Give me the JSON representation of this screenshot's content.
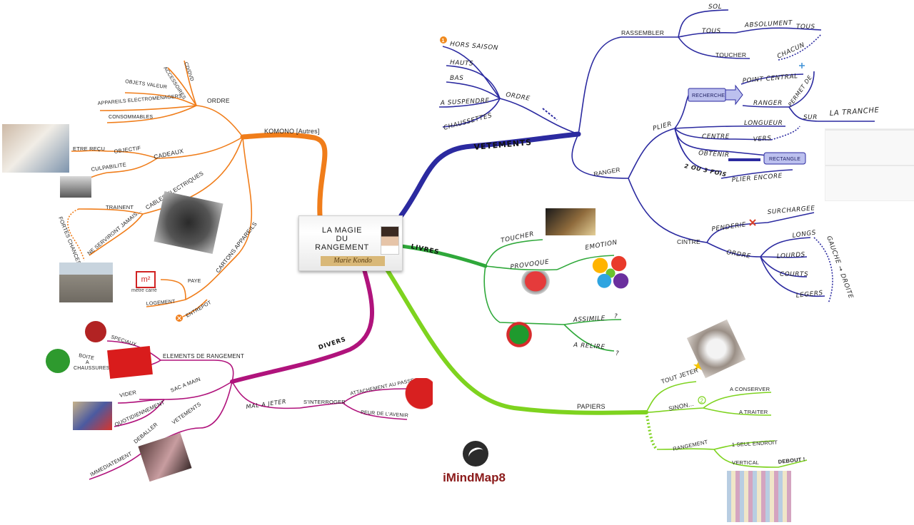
{
  "center": {
    "title_line1": "LA MAGIE",
    "title_line2": "DU",
    "title_line3": "RANGEMENT",
    "author": "Marie Kondo"
  },
  "branches": {
    "vetements": {
      "label": "VETEMENTS",
      "color": "#2b2aa0",
      "ordre": {
        "label": "ORDRE",
        "number": "1",
        "items": [
          "HORS SAISON",
          "HAUTS",
          "BAS",
          "A SUSPENDRE",
          "CHAUSSETTES"
        ]
      },
      "rassembler": {
        "label": "RASSEMBLER",
        "sol": "SOL",
        "tous": "TOUS",
        "absolument": "ABSOLUMENT",
        "tous2": "TOUS",
        "toucher": "TOUCHER",
        "chacun": "CHACUN"
      },
      "ranger": {
        "label": "RANGER",
        "plier": {
          "label": "PLIER",
          "recherche": "RECHERCHE",
          "point_central": "POINT CENTRAL",
          "ranger": "RANGER",
          "permet_de": "PERMET DE",
          "sur": "SUR",
          "la_tranche": "LA TRANCHE",
          "longueur": "LONGUEUR",
          "centre": "CENTRE",
          "vers": "VERS",
          "obtenir": "OBTENIR",
          "rectangle": "RECTANGLE",
          "fois": "2 OU 3 FOIS",
          "plier_encore": "PLIER ENCORE"
        },
        "cintre": {
          "label": "CINTRE",
          "penderie": "PENDERIE",
          "surchargee": "SURCHARGEE",
          "ordre": "ORDRE",
          "items": [
            "LONGS",
            "LOURDS",
            "COURTS",
            "LEGERS"
          ],
          "direction": "GAUCHE → DROITE"
        }
      }
    },
    "livres": {
      "label": "LIVRES",
      "color": "#2fa83a",
      "toucher": "TOUCHER",
      "provoque": "PROVOQUE",
      "emotion": "EMOTION",
      "assimile": "ASSIMILE",
      "a_relire": "A RELIRE",
      "q": "?"
    },
    "papiers": {
      "label": "PAPIERS",
      "color": "#7ed31f",
      "tout_jeter": "TOUT JETER",
      "sinon": "SINON...",
      "number": "2",
      "a_conserver": "A CONSERVER",
      "a_traiter": "A TRAITER",
      "rangement": "RANGEMENT",
      "seul_endroit": "1 SEUL ENDROIT",
      "vertical": "VERTICAL",
      "debout": "DEBOUT !"
    },
    "divers": {
      "label": "DIVERS",
      "color": "#b0137c",
      "elements": "ELEMENTS DE RANGEMENT",
      "speciaux": "SPECIAUX",
      "boite": "BOITE",
      "a": "A",
      "chaussures": "CHAUSSURES",
      "sac_a_main": "SAC A MAIN",
      "vider": "VIDER",
      "quotidiennement": "QUOTIDIENNEMENT",
      "vetements": "VETEMENTS",
      "deballer": "DEBALLER",
      "immediatement": "IMMEDIATEMENT",
      "mal_a_jeter": "MAL A JETER",
      "sinterroger": "S'INTERROGER",
      "attachement": "ATTACHEMENT AU PASSE",
      "peur": "PEUR DE L'AVENIR"
    },
    "komono": {
      "label": "KOMONO [Autres]",
      "color": "#f07d1a",
      "ordre": {
        "label": "ORDRE",
        "items": [
          "CD/DVD",
          "ACCESSOIRES",
          "OBJETS VALEUR",
          "APPAREILS ELECTROMENAGERS",
          "CONSOMMABLES"
        ]
      },
      "cadeaux": {
        "label": "CADEAUX",
        "objectif": "OBJECTIF",
        "etre_recu": "ETRE REÇU",
        "culpabilite": "CULPABILITE"
      },
      "cables": {
        "label": "CABLES ELECTRIQUES",
        "trainent": "TRAINENT",
        "ne_serviront": "NE SERVIRONT JAMAIS...",
        "fortes_chances": "FORTES CHANCES"
      },
      "cartons": {
        "label": "CARTONS APPAREILS",
        "paye": "PAYE",
        "logement": "LOGEMENT",
        "entrepot": "ENTREPOT",
        "metre_carre": "mètre carré",
        "m2": "m²"
      }
    }
  },
  "logo": {
    "brand": "iMindMap8"
  }
}
